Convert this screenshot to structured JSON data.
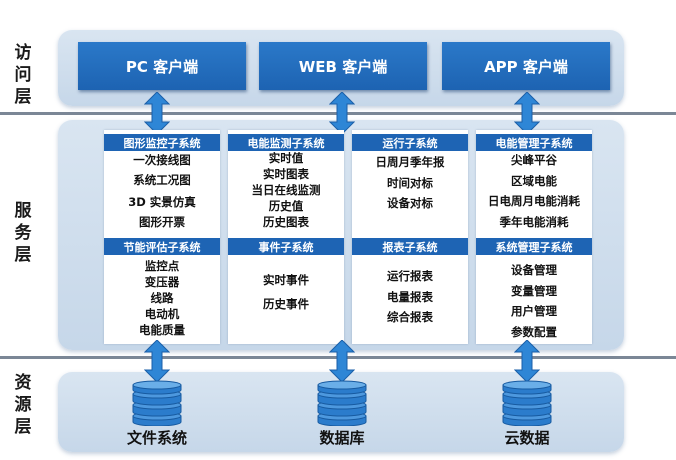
{
  "layers": {
    "access": [
      "访",
      "问",
      "层"
    ],
    "service": [
      "服",
      "务",
      "层"
    ],
    "resource": [
      "资",
      "源",
      "层"
    ]
  },
  "clients": [
    "PC 客户端",
    "WEB 客户端",
    "APP 客户端"
  ],
  "subsystems": [
    {
      "title": "图形监控子系统",
      "items": [
        "一次接线图",
        "系统工况图",
        "3D 实景仿真",
        "图形开票"
      ]
    },
    {
      "title": "电能监测子系统",
      "items": [
        "实时值",
        "实时图表",
        "当日在线监测",
        "历史值",
        "历史图表"
      ]
    },
    {
      "title": "运行子系统",
      "items": [
        "日周月季年报",
        "时间对标",
        "设备对标"
      ]
    },
    {
      "title": "电能管理子系统",
      "items": [
        "尖峰平谷",
        "区域电能",
        "日电周月电能消耗",
        "季年电能消耗"
      ]
    },
    {
      "title": "节能评估子系统",
      "items": [
        "监控点",
        "变压器",
        "线路",
        "电动机",
        "电能质量"
      ]
    },
    {
      "title": "事件子系统",
      "items": [
        "实时事件",
        "历史事件"
      ]
    },
    {
      "title": "报表子系统",
      "items": [
        "运行报表",
        "电量报表",
        "综合报表"
      ]
    },
    {
      "title": "系统管理子系统",
      "items": [
        "设备管理",
        "变量管理",
        "用户管理",
        "参数配置"
      ]
    }
  ],
  "resources": [
    "文件系统",
    "数据库",
    "云数据"
  ],
  "colors": {
    "accent": "#1e64b4",
    "panel": "#cfdeed",
    "separator": "#7b8796"
  }
}
